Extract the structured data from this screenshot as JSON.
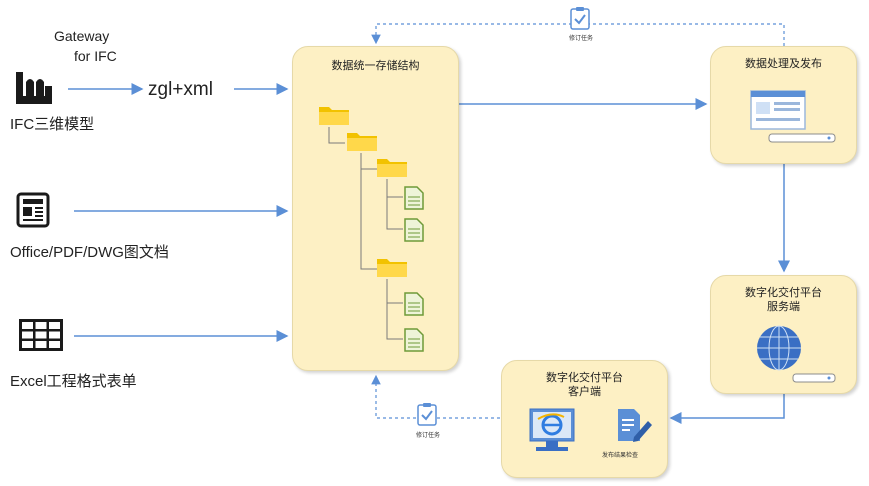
{
  "sources": {
    "gateway_label_1": "Gateway",
    "gateway_label_2": "for IFC",
    "format_label": "zgl+xml",
    "ifc_label": "IFC三维模型",
    "office_label": "Office/PDF/DWG图文档",
    "excel_label": "Excel工程格式表单"
  },
  "boxes": {
    "storage_title": "数据统一存储结构",
    "processing_title": "数据处理及发布",
    "server_title_1": "数字化交付平台",
    "server_title_2": "服务端",
    "client_title_1": "数字化交付平台",
    "client_title_2": "客户端",
    "publish_check_label": "发布结果检查"
  },
  "feedback": {
    "top_task_label": "修订任务",
    "bottom_task_label": "修订任务"
  },
  "colors": {
    "arrow": "#5b8fd6",
    "box_fill": "#fdf0c4",
    "folder": "#f2c200",
    "doc": "#6f9a38"
  },
  "icons": [
    "factory-icon",
    "newspaper-icon",
    "table-grid-icon",
    "folder-icon",
    "document-icon",
    "clipboard-check-icon",
    "browser-window-icon",
    "globe-icon",
    "ie-monitor-icon",
    "document-edit-icon"
  ]
}
